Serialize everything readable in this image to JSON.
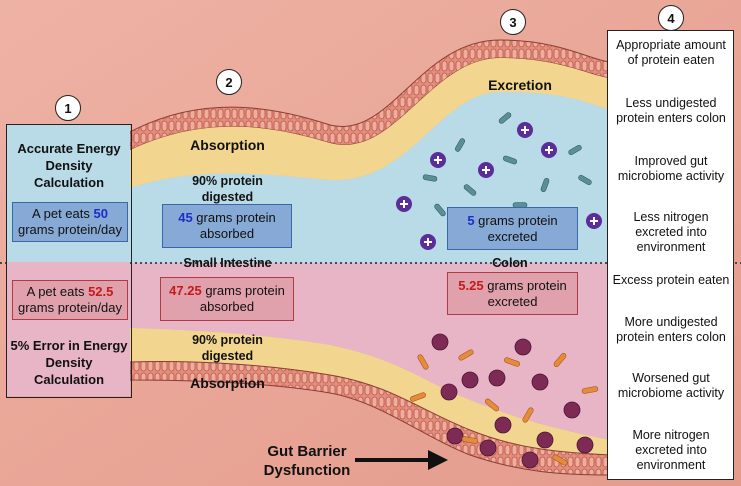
{
  "steps": [
    "1",
    "2",
    "3",
    "4"
  ],
  "left_panel": {
    "top_title": "Accurate Energy Density Calculation",
    "top_box": {
      "pre": "A pet eats ",
      "value": "50",
      "post": " grams protein/day"
    },
    "bottom_box": {
      "pre": "A pet eats ",
      "value": "52.5",
      "post": " grams protein/day"
    },
    "bottom_title": "5% Error in Energy Density Calculation"
  },
  "gut": {
    "absorption_top": "Absorption",
    "digested_top": "90% protein digested",
    "absorbed_top": {
      "value": "45",
      "post": " grams protein absorbed"
    },
    "small_intestine": "Small Intestine",
    "absorbed_bottom": {
      "value": "47.25",
      "post": " grams protein absorbed"
    },
    "digested_bottom": "90% protein digested",
    "absorption_bottom": "Absorption",
    "excretion": "Excretion",
    "excreted_top": {
      "value": "5",
      "post": " grams protein excreted"
    },
    "colon": "Colon",
    "excreted_bottom": {
      "value": "5.25",
      "post": " grams protein excreted"
    },
    "gut_barrier": "Gut Barrier Dysfunction"
  },
  "right_panel": {
    "top": [
      "Appropriate amount of protein eaten",
      "Less undigested protein enters colon",
      "Improved gut microbiome activity",
      "Less nitrogen excreted into environment"
    ],
    "bottom": [
      "Excess protein eaten",
      "More undigested protein enters colon",
      "Worsened gut microbiome activity",
      "More nitrogen excreted into environment"
    ]
  },
  "colors": {
    "healthy_lumen": "#b9dbe8",
    "unhealthy_lumen": "#e7b5c6",
    "wall": "#e7a08e",
    "fat": "#f2d68f",
    "blue_value": "#1d2ec6",
    "red_value": "#c21b1b"
  }
}
